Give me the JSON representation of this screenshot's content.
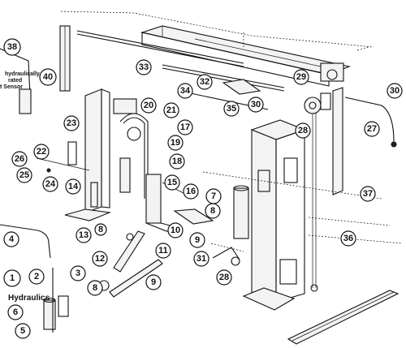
{
  "diagram": {
    "text_labels": {
      "hydraulics": "Hydraulics",
      "sensor_line1": "hydraulically",
      "sensor_line2": "rated",
      "sensor_line3": "t Sensor"
    },
    "callouts": [
      "1",
      "2",
      "3",
      "4",
      "5",
      "6",
      "7",
      "8",
      "8",
      "8",
      "9",
      "9",
      "10",
      "11",
      "12",
      "13",
      "14",
      "15",
      "16",
      "17",
      "18",
      "19",
      "20",
      "21",
      "22",
      "23",
      "24",
      "25",
      "26",
      "27",
      "28",
      "28",
      "29",
      "30",
      "30",
      "31",
      "32",
      "33",
      "34",
      "35",
      "36",
      "37",
      "38",
      "40"
    ]
  }
}
